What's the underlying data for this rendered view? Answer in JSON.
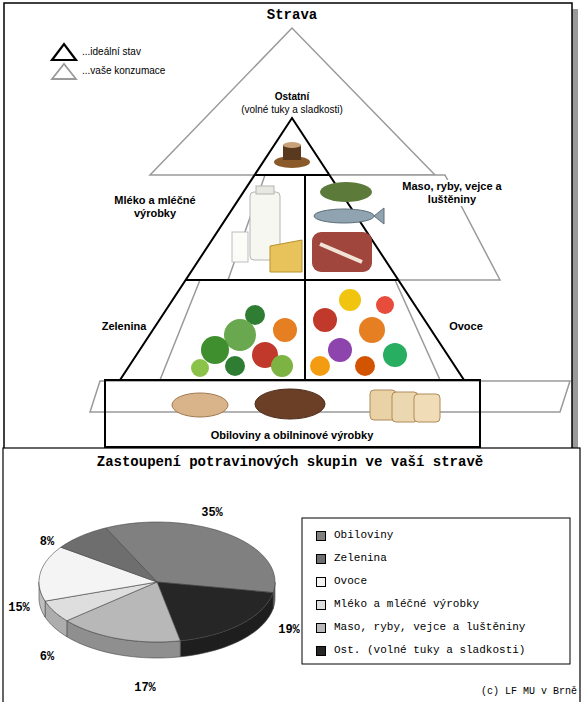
{
  "diagram": {
    "title": "Strava",
    "nodes": [
      {
        "text": [
          "Ostatní",
          "(volné tuky a sladkosti)"
        ]
      },
      {
        "text": [
          "Mléko a mléčné výrobky"
        ]
      },
      {
        "text": [
          "Maso, ryby, vejce a luštěniny"
        ]
      },
      {
        "text": [
          "Zelenina"
        ]
      },
      {
        "text": [
          "Ovoce"
        ]
      },
      {
        "text": [
          "Obiloviny a obilninové výrobky"
        ]
      }
    ],
    "labels": [
      "Zastoupení potravinových skupin ve vaší stravě",
      "35%",
      "8%",
      "15%",
      "6%",
      "17%",
      "19%",
      "(c) LF MU v Brně"
    ],
    "legend": [
      {
        "text": "...ideální stav"
      },
      {
        "text": "...vaše konzumace"
      },
      {
        "text": "Obiloviny",
        "color": "#808080"
      },
      {
        "text": "Zelenina",
        "color": "#6e6e6e"
      },
      {
        "text": "Ovoce",
        "color": "#f4f4f4"
      },
      {
        "text": "Mléko a mléčné výrobky",
        "color": "#dedede"
      },
      {
        "text": "Maso, ryby, vejce a luštěniny",
        "color": "#b8b8b8"
      },
      {
        "text": "Ost. (volné tuky a sladkosti)",
        "color": "#262626"
      }
    ]
  }
}
